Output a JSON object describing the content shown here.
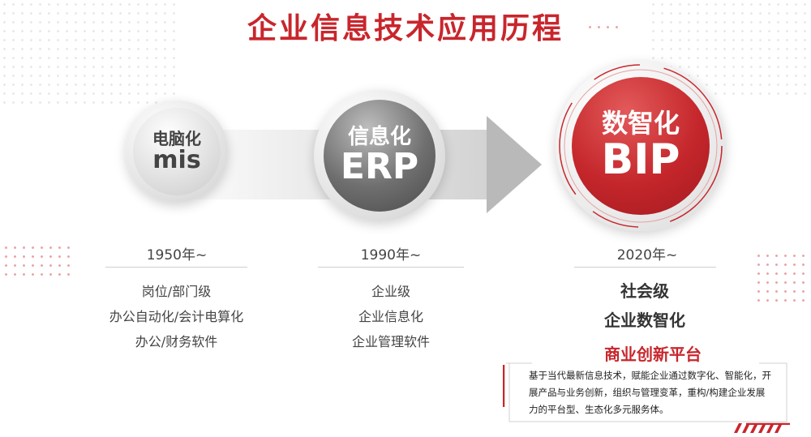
{
  "title": "企业信息技术应用历程",
  "eras": [
    {
      "name": "电脑化",
      "code": "mis",
      "year": "1950年~",
      "descriptions": [
        "岗位/部门级",
        "办公自动化/会计电算化",
        "办公/财务软件"
      ]
    },
    {
      "name": "信息化",
      "code": "ERP",
      "year": "1990年~",
      "descriptions": [
        "企业级",
        "企业信息化",
        "企业管理软件"
      ]
    },
    {
      "name": "数智化",
      "code": "BIP",
      "year": "2020年~",
      "descriptions": [
        "社会级",
        "企业数智化"
      ],
      "highlight": "商业创新平台",
      "detail": "基于当代最新信息技术，赋能企业通过数字化、智能化，开展产品与业务创新，组织与管理变革，重构/构建企业发展力的平台型、生态化多元服务体。"
    }
  ],
  "colors": {
    "accent": "#c8262c",
    "grey_dark": "#5a5a5a",
    "grey_light": "#e6e6e6"
  }
}
